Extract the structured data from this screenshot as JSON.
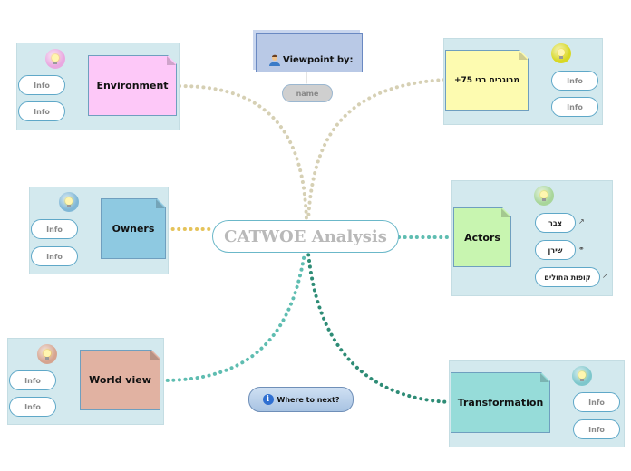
{
  "diagram": {
    "central_topic": "CATWOE Analysis",
    "viewpoint": {
      "title": "Viewpoint by:",
      "name_label": "name"
    },
    "where_next": "Where to next?",
    "branches": {
      "environment": {
        "label": "Environment",
        "info": [
          "Info",
          "Info"
        ],
        "color": "#fdc8f8"
      },
      "customers": {
        "label": "מבוגרים בני 75+",
        "info": [
          "Info",
          "Info"
        ],
        "color": "#fdfbb0"
      },
      "owners": {
        "label": "Owners",
        "info": [
          "Info",
          "Info"
        ],
        "color": "#8ec9e1"
      },
      "actors": {
        "label": "Actors",
        "links": [
          "צבר",
          "שירן",
          "קופות החולים"
        ],
        "color": "#c8f5b0"
      },
      "world_view": {
        "label": "World view",
        "info": [
          "Info",
          "Info"
        ],
        "color": "#e1b2a2"
      },
      "transformation": {
        "label": "Transformation",
        "info": [
          "Info",
          "Info"
        ],
        "color": "#96dcd9"
      }
    }
  }
}
